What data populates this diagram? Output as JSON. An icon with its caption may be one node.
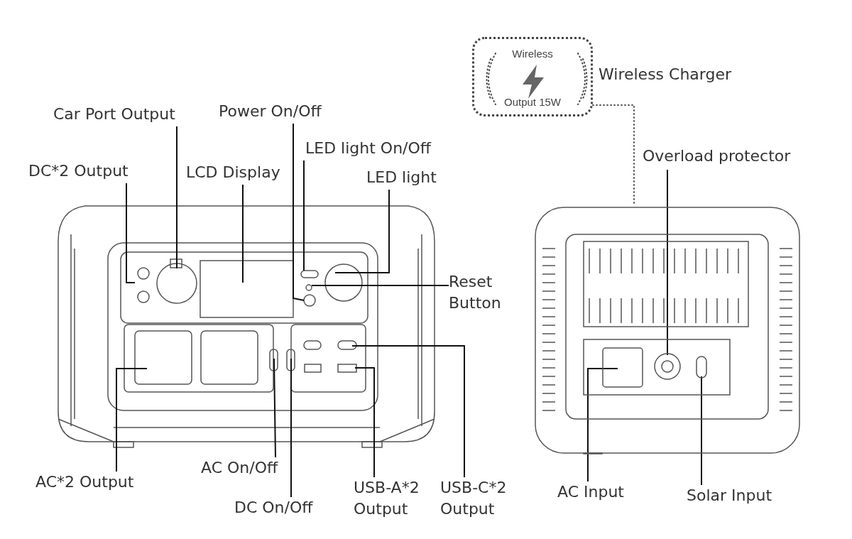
{
  "diagram": {
    "nodes": [
      {
        "text": [
          "Car Port Output"
        ]
      },
      {
        "text": [
          "Power On/Off"
        ]
      },
      {
        "text": [
          "LED light On/Off"
        ]
      },
      {
        "text": [
          "DC*2 Output"
        ]
      },
      {
        "text": [
          "LCD Display"
        ]
      },
      {
        "text": [
          "LED light"
        ]
      },
      {
        "text": [
          "Reset Button"
        ]
      },
      {
        "text": [
          "AC*2 Output"
        ]
      },
      {
        "text": [
          "AC On/Off"
        ]
      },
      {
        "text": [
          "DC On/Off"
        ]
      },
      {
        "text": [
          "USB-A*2 Output"
        ]
      },
      {
        "text": [
          "USB-C*2 Output"
        ]
      },
      {
        "text": [
          "Wireless",
          "Output 15W"
        ],
        "beside": [
          "Wireless Charger"
        ]
      },
      {
        "text": [
          "Overload protector"
        ]
      },
      {
        "text": [
          "AC Input"
        ]
      },
      {
        "text": [
          "Solar Input"
        ]
      },
      {
        "text": [],
        "shape": "picture"
      }
    ],
    "edges": [
      {
        "from": 0,
        "to": null,
        "arrow": "none"
      },
      {
        "from": 1,
        "to": null,
        "arrow": "none"
      },
      {
        "from": 2,
        "to": null,
        "arrow": "none"
      },
      {
        "from": 3,
        "to": null,
        "arrow": "none"
      },
      {
        "from": 4,
        "to": null,
        "arrow": "none"
      },
      {
        "from": 5,
        "to": null,
        "arrow": "none"
      },
      {
        "from": 6,
        "to": null,
        "arrow": "none"
      },
      {
        "from": 7,
        "to": null,
        "arrow": "none"
      },
      {
        "from": 8,
        "to": null,
        "arrow": "none"
      },
      {
        "from": 9,
        "to": null,
        "arrow": "none"
      },
      {
        "from": 10,
        "to": null,
        "arrow": "none"
      },
      {
        "from": 11,
        "to": null,
        "arrow": "none"
      },
      {
        "from": 12,
        "to": 16,
        "arrow": "none",
        "style": "dashed"
      },
      {
        "from": 13,
        "to": 16,
        "arrow": "none"
      },
      {
        "from": 14,
        "to": 16,
        "arrow": "none"
      },
      {
        "from": 15,
        "to": 16,
        "arrow": "none"
      }
    ]
  }
}
